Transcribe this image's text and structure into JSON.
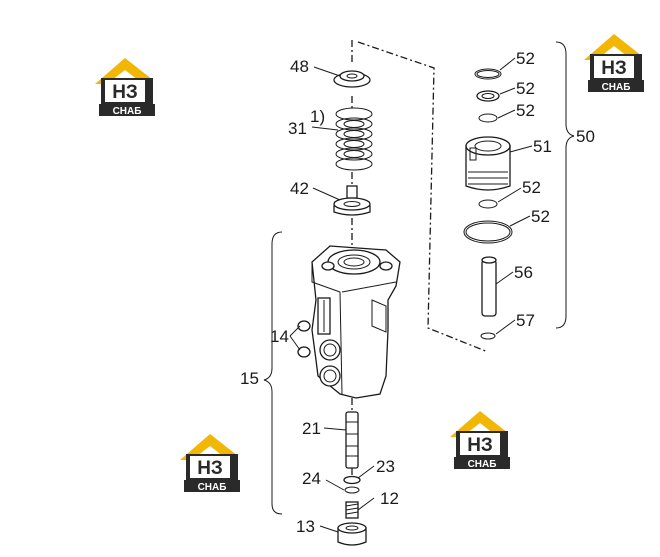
{
  "diagram": {
    "callouts": {
      "c48": "48",
      "c31": "31",
      "c1": "1)",
      "c42": "42",
      "c14": "14",
      "c15": "15",
      "c21": "21",
      "c23": "23",
      "c24": "24",
      "c12": "12",
      "c13": "13",
      "c52a": "52",
      "c52b": "52",
      "c52c": "52",
      "c51": "51",
      "c52d": "52",
      "c52e": "52",
      "c56": "56",
      "c57": "57",
      "c50": "50"
    },
    "watermark": {
      "letters": "НЗ",
      "word": "СНАБ",
      "colors": {
        "yellow": "#f2b705",
        "dark": "#2a2a2a",
        "white": "#ffffff"
      }
    }
  }
}
